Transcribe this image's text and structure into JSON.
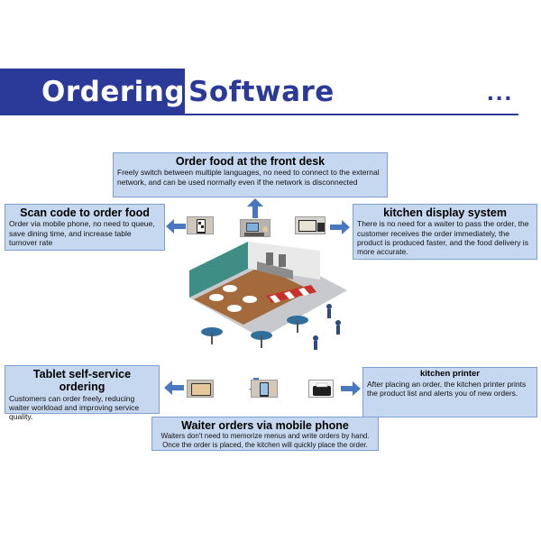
{
  "header": {
    "title_part1": "Ordering",
    "title_part2": "Software",
    "ellipsis": "..."
  },
  "features": {
    "front_desk": {
      "title": "Order food at the front desk",
      "body": "Freely switch between multiple languages, no need to connect to the external network, and can be used normally even if the network is disconnected"
    },
    "scan_code": {
      "title": "Scan code to order food",
      "body": "Order via mobile phone, no need to queue, save dining time, and increase table turnover rate"
    },
    "kitchen_display": {
      "title": "kitchen display system",
      "body": "There is no need for a waiter to pass the order, the customer receives the order immediately, the product is produced faster, and the food delivery is more accurate."
    },
    "tablet": {
      "title": "Tablet self-service ordering",
      "body": "Customers can order freely, reducing waiter workload and improving service quality."
    },
    "printer": {
      "title": "kitchen printer",
      "body": "After placing an order, the kitchen printer prints the product list and alerts you of new orders."
    },
    "waiter": {
      "title": "Waiter orders via mobile phone",
      "body": "Waiters don't need to memorize menus and write orders by hand. Once the order is placed, the kitchen will quickly place the order."
    }
  },
  "colors": {
    "brand": "#2b3a99",
    "box_fill": "#c6d8f0",
    "box_border": "#7f9fd0",
    "arrow": "#4a78c0"
  },
  "icons": {
    "up_arrow": "arrow-up-icon",
    "down_arrow": "arrow-down-icon",
    "left_arrow": "arrow-left-icon",
    "right_arrow": "arrow-right-icon"
  }
}
